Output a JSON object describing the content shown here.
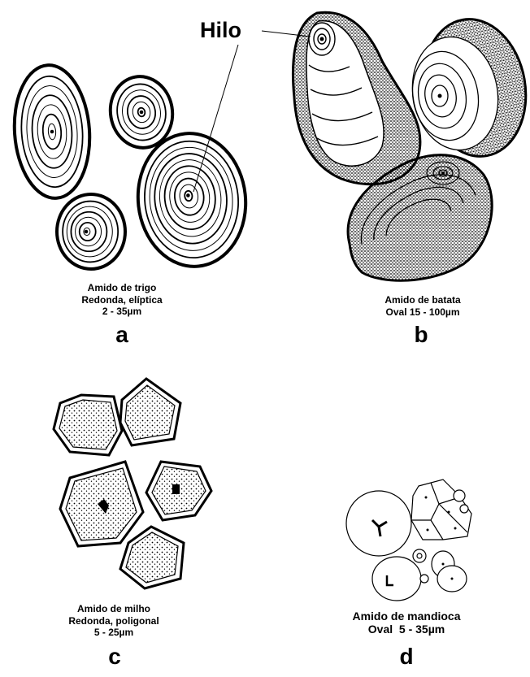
{
  "hilo_label": "Hilo",
  "panels": [
    {
      "id": "a",
      "letter": "a",
      "caption": [
        "Amido de trigo",
        "Redonda, elíptica",
        "2 - 35µm"
      ]
    },
    {
      "id": "b",
      "letter": "b",
      "caption": [
        "Amido de batata",
        "Oval 15 - 100µm"
      ]
    },
    {
      "id": "c",
      "letter": "c",
      "caption": [
        "Amido de milho",
        "Redonda, poligonal",
        "5 - 25µm"
      ]
    },
    {
      "id": "d",
      "letter": "d",
      "caption": [
        "Amido de mandioca",
        "Oval  5 - 35µm"
      ]
    }
  ]
}
